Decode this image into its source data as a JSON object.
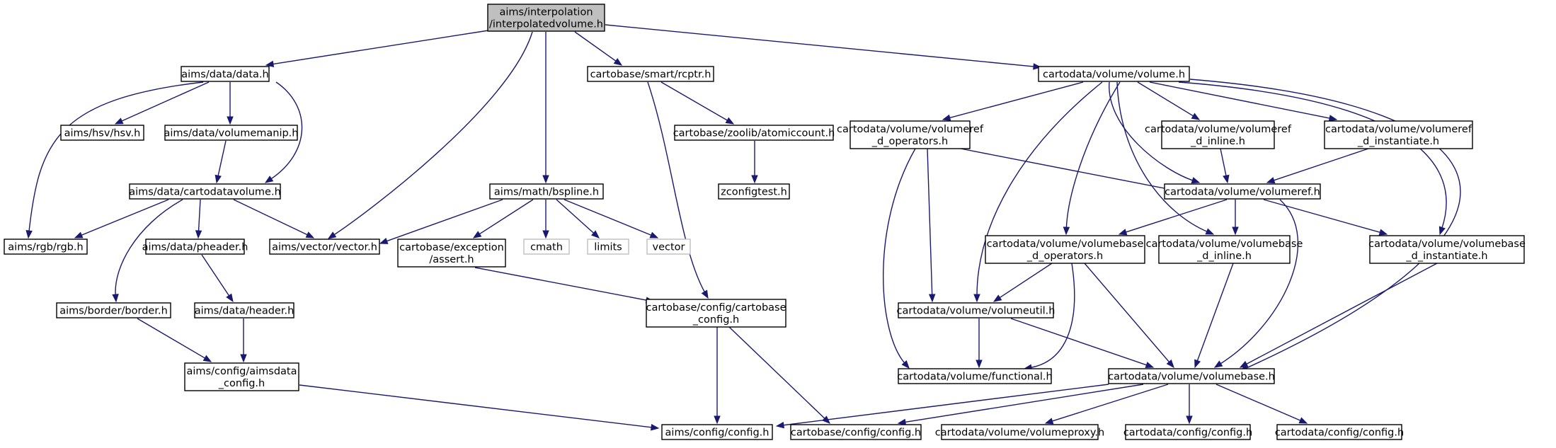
{
  "graph": {
    "title": "",
    "colors": {
      "edge": "#191970",
      "root_fill": "#bfbfbf",
      "ext_border": "#bfbfbf"
    },
    "nodes": [
      {
        "id": "n0",
        "lines": [
          "aims/interpolation",
          "/interpolatedvolume.h"
        ],
        "kind": "root"
      },
      {
        "id": "n1",
        "lines": [
          "aims/data/data.h"
        ]
      },
      {
        "id": "n2",
        "lines": [
          "aims/vector/vector.h"
        ]
      },
      {
        "id": "n3",
        "lines": [
          "cartobase/smart/rcptr.h"
        ]
      },
      {
        "id": "n4",
        "lines": [
          "aims/math/bspline.h"
        ]
      },
      {
        "id": "n5",
        "lines": [
          "cartodata/volume/volume.h"
        ]
      },
      {
        "id": "n6",
        "lines": [
          "aims/hsv/hsv.h"
        ]
      },
      {
        "id": "n7",
        "lines": [
          "aims/data/volumemanip.h"
        ]
      },
      {
        "id": "n8",
        "lines": [
          "aims/data/cartodatavolume.h"
        ]
      },
      {
        "id": "n9",
        "lines": [
          "aims/rgb/rgb.h"
        ]
      },
      {
        "id": "n10",
        "lines": [
          "aims/data/pheader.h"
        ]
      },
      {
        "id": "n11",
        "lines": [
          "aims/data/header.h"
        ]
      },
      {
        "id": "n12",
        "lines": [
          "aims/border/border.h"
        ]
      },
      {
        "id": "n13",
        "lines": [
          "aims/config/aimsdata",
          "_config.h"
        ]
      },
      {
        "id": "n14",
        "lines": [
          "aims/config/config.h"
        ]
      },
      {
        "id": "n15",
        "lines": [
          "cartobase/zoolib/atomiccount.h"
        ]
      },
      {
        "id": "n16",
        "lines": [
          "zconfigtest.h"
        ]
      },
      {
        "id": "n17",
        "lines": [
          "cartobase/exception",
          "/assert.h"
        ]
      },
      {
        "id": "n18",
        "lines": [
          "cmath"
        ],
        "kind": "ext"
      },
      {
        "id": "n19",
        "lines": [
          "limits"
        ],
        "kind": "ext"
      },
      {
        "id": "n20",
        "lines": [
          "vector"
        ],
        "kind": "ext"
      },
      {
        "id": "n21",
        "lines": [
          "cartobase/config/cartobase",
          "_config.h"
        ]
      },
      {
        "id": "n22",
        "lines": [
          "cartobase/config/config.h"
        ]
      },
      {
        "id": "n23",
        "lines": [
          "cartodata/volume/volumeref",
          "_d_operators.h"
        ]
      },
      {
        "id": "n24",
        "lines": [
          "cartodata/volume/volumeref",
          "_d_inline.h"
        ]
      },
      {
        "id": "n25",
        "lines": [
          "cartodata/volume/volumeref",
          "_d_instantiate.h"
        ]
      },
      {
        "id": "n26",
        "lines": [
          "cartodata/volume/volumeref.h"
        ]
      },
      {
        "id": "n27",
        "lines": [
          "cartodata/volume/volumebase",
          "_d_operators.h"
        ]
      },
      {
        "id": "n28",
        "lines": [
          "cartodata/volume/volumebase",
          "_d_inline.h"
        ]
      },
      {
        "id": "n29",
        "lines": [
          "cartodata/volume/volumebase",
          "_d_instantiate.h"
        ]
      },
      {
        "id": "n30",
        "lines": [
          "cartodata/volume/volumeutil.h"
        ]
      },
      {
        "id": "n31",
        "lines": [
          "cartodata/volume/functional.h"
        ]
      },
      {
        "id": "n32",
        "lines": [
          "cartodata/volume/volumebase.h"
        ]
      },
      {
        "id": "n33",
        "lines": [
          "cartodata/volume/volumeproxy.h"
        ]
      },
      {
        "id": "n34",
        "lines": [
          "cartodata/config/config.h"
        ]
      },
      {
        "id": "n35",
        "lines": [
          "cartodata/config/config.h"
        ]
      }
    ],
    "edges": [
      [
        "n0",
        "n1"
      ],
      [
        "n0",
        "n2"
      ],
      [
        "n0",
        "n3"
      ],
      [
        "n0",
        "n4"
      ],
      [
        "n0",
        "n5"
      ],
      [
        "n1",
        "n6"
      ],
      [
        "n1",
        "n7"
      ],
      [
        "n1",
        "n8"
      ],
      [
        "n1",
        "n9"
      ],
      [
        "n7",
        "n8"
      ],
      [
        "n8",
        "n9"
      ],
      [
        "n8",
        "n10"
      ],
      [
        "n8",
        "n2"
      ],
      [
        "n8",
        "n12"
      ],
      [
        "n10",
        "n11"
      ],
      [
        "n11",
        "n13"
      ],
      [
        "n12",
        "n13"
      ],
      [
        "n13",
        "n14"
      ],
      [
        "n3",
        "n15"
      ],
      [
        "n3",
        "n21"
      ],
      [
        "n15",
        "n16"
      ],
      [
        "n4",
        "n2"
      ],
      [
        "n4",
        "n17"
      ],
      [
        "n4",
        "n18"
      ],
      [
        "n4",
        "n19"
      ],
      [
        "n4",
        "n20"
      ],
      [
        "n17",
        "n21"
      ],
      [
        "n21",
        "n14"
      ],
      [
        "n21",
        "n22"
      ],
      [
        "n5",
        "n23"
      ],
      [
        "n5",
        "n24"
      ],
      [
        "n5",
        "n25"
      ],
      [
        "n5",
        "n26"
      ],
      [
        "n5",
        "n27"
      ],
      [
        "n5",
        "n28"
      ],
      [
        "n5",
        "n29"
      ],
      [
        "n5",
        "n30"
      ],
      [
        "n5",
        "n32"
      ],
      [
        "n23",
        "n26"
      ],
      [
        "n23",
        "n30"
      ],
      [
        "n23",
        "n31"
      ],
      [
        "n24",
        "n26"
      ],
      [
        "n25",
        "n26"
      ],
      [
        "n26",
        "n27"
      ],
      [
        "n26",
        "n28"
      ],
      [
        "n26",
        "n29"
      ],
      [
        "n26",
        "n32"
      ],
      [
        "n27",
        "n30"
      ],
      [
        "n27",
        "n31"
      ],
      [
        "n27",
        "n32"
      ],
      [
        "n28",
        "n32"
      ],
      [
        "n29",
        "n32"
      ],
      [
        "n30",
        "n31"
      ],
      [
        "n30",
        "n32"
      ],
      [
        "n32",
        "n14"
      ],
      [
        "n32",
        "n22"
      ],
      [
        "n32",
        "n33"
      ],
      [
        "n32",
        "n34"
      ],
      [
        "n32",
        "n35"
      ]
    ]
  }
}
